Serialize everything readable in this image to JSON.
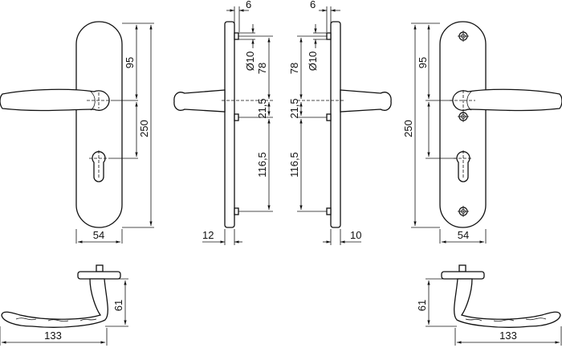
{
  "title": "Door handle set technical drawing",
  "dimensions": {
    "plate_height": "250",
    "lever_to_cylinder": "95",
    "plate_width": "54",
    "pin_offset": "6",
    "pin_diameter": "Ø10",
    "pin_to_lever": "78",
    "lever_to_pin": "21,5",
    "pin_spacing": "116,5",
    "plate_depth_left": "12",
    "plate_depth_right": "10",
    "handle_height": "61",
    "handle_length": "133"
  },
  "colors": {
    "line": "#111111",
    "background": "#ffffff"
  }
}
